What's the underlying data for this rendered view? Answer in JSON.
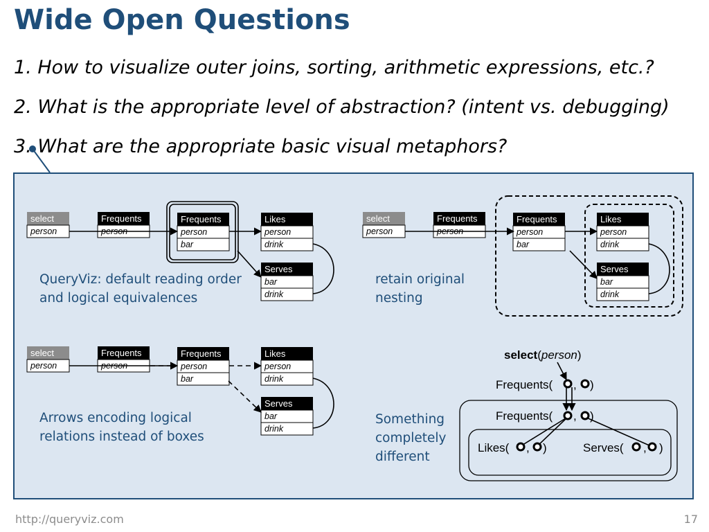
{
  "slide": {
    "title": "Wide Open Questions",
    "questions": [
      "1. How to visualize outer joins, sorting, arithmetic expressions, etc.?",
      "2. What is the appropriate level of abstraction? (intent vs. debugging)",
      "3. What are the appropriate basic visual metaphors?"
    ],
    "footer_url": "http://queryviz.com",
    "page_number": "17"
  },
  "captions": {
    "queryviz": [
      "QueryViz: default reading order",
      "and logical equivalences"
    ],
    "nesting": [
      "retain original",
      "nesting"
    ],
    "arrows": [
      "Arrows encoding logical",
      "relations instead of boxes"
    ],
    "different": [
      "Something",
      "completely",
      "different"
    ]
  },
  "tables": {
    "select": {
      "header": "select",
      "rows": [
        "person"
      ]
    },
    "frequents_outer": {
      "header": "Frequents",
      "rows": [
        "person"
      ]
    },
    "frequents_inner": {
      "header": "Frequents",
      "rows": [
        "person",
        "bar"
      ]
    },
    "likes": {
      "header": "Likes",
      "rows": [
        "person",
        "drink"
      ]
    },
    "serves": {
      "header": "Serves",
      "rows": [
        "bar",
        "drink"
      ]
    }
  },
  "formula": {
    "select_word": "select",
    "select_arg": "person",
    "paren_open": "(",
    "paren_close": ")",
    "frequents_outer": "Frequents(",
    "frequents_inner": "Frequents(",
    "likes": "Likes(",
    "serves": "Serves(",
    "comma": ",",
    "close": ")"
  },
  "colors": {
    "title": "#1f4e79",
    "panel_bg": "#dce6f1",
    "panel_border": "#1f4e79",
    "caption": "#1f4e79",
    "select_header": "#8c8c8c",
    "table_header": "#000000"
  }
}
